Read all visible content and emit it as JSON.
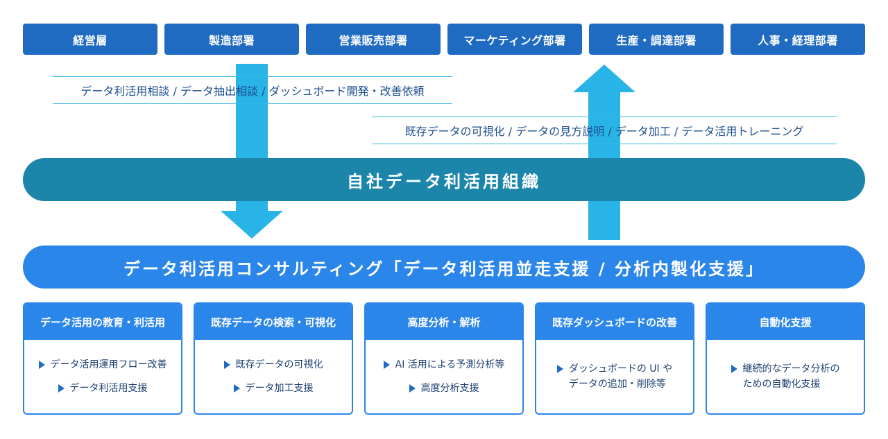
{
  "departments": [
    "経営層",
    "製造部署",
    "営業販売部署",
    "マーケティング部署",
    "生産・調達部署",
    "人事・経理部署"
  ],
  "requests_line": "データ利活用相談 / データ抽出相談 / ダッシュボード開発・改善依頼",
  "deliverables_line": "既存データの可視化 / データの見方説明 / データ加工 / データ活用トレーニング",
  "org_label": "自社データ利活用組織",
  "consulting_label": "データ利活用コンサルティング「データ利活用並走支援 / 分析内製化支援」",
  "cards": [
    {
      "title": "データ活用の教育・利活用",
      "items": [
        [
          "データ活用運用フロー改善"
        ],
        [
          "データ利活用支援"
        ]
      ]
    },
    {
      "title": "既存データの検索・可視化",
      "items": [
        [
          "既存データの可視化"
        ],
        [
          "データ加工支援"
        ]
      ]
    },
    {
      "title": "高度分析・解析",
      "items": [
        [
          "AI 活用による予測分析等"
        ],
        [
          "高度分析支援"
        ]
      ]
    },
    {
      "title": "既存ダッシュボードの改善",
      "items": [
        [
          "ダッシュボードの UI や",
          "データの追加・削除等"
        ]
      ]
    },
    {
      "title": "自動化支援",
      "items": [
        [
          "継続的なデータ分析の",
          "ための自動化支援"
        ]
      ]
    }
  ],
  "colors": {
    "dept_fill": "#1f6bc1",
    "arrow": "#29b4e8",
    "org_band": "#1c85aa",
    "consulting_band": "#2b86ea"
  }
}
